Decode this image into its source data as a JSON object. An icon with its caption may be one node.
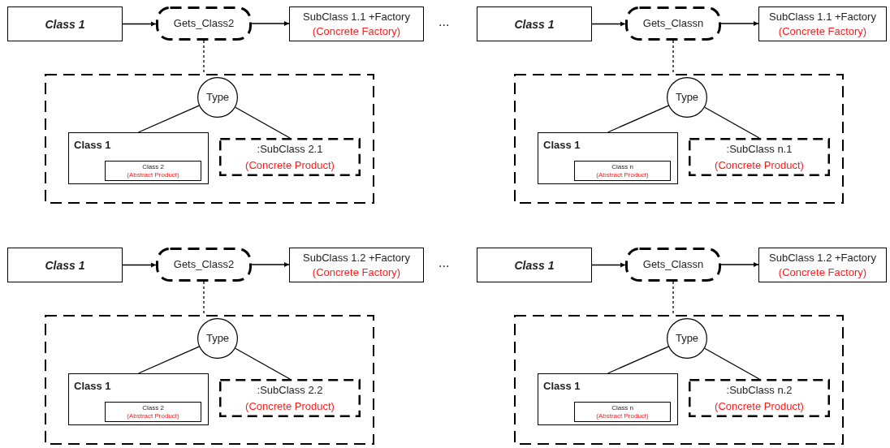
{
  "diagram": {
    "nodes": [
      {
        "text": [
          "Class 1"
        ]
      },
      {
        "text": [
          "Gets_Class2"
        ]
      },
      {
        "text": [
          "SubClass 1.1 +Factory",
          "(Concrete Factory)"
        ]
      },
      {
        "text": [],
        "shape": "box"
      },
      {
        "text": [
          "Type"
        ],
        "in": 3
      },
      {
        "text": [
          "Class 1"
        ],
        "in": 3
      },
      {
        "text": [
          "Class 2",
          "(Abstract Product)"
        ],
        "in": 5
      },
      {
        "text": [
          ":SubClass 2.1",
          "(Concrete Product)"
        ],
        "in": 3
      },
      {
        "text": [
          "Class 1"
        ]
      },
      {
        "text": [
          "Gets_Classn"
        ]
      },
      {
        "text": [
          "SubClass 1.1 +Factory",
          "(Concrete Factory)"
        ]
      },
      {
        "text": [],
        "shape": "box"
      },
      {
        "text": [
          "Type"
        ],
        "in": 11
      },
      {
        "text": [
          "Class 1"
        ],
        "in": 11
      },
      {
        "text": [
          "Class n",
          "(Abstract Product)"
        ],
        "in": 13
      },
      {
        "text": [
          ":SubClass n.1",
          "(Concrete Product)"
        ],
        "in": 11
      },
      {
        "text": [
          "Class 1"
        ]
      },
      {
        "text": [
          "Gets_Class2"
        ]
      },
      {
        "text": [
          "SubClass 1.2 +Factory",
          "(Concrete Factory)"
        ]
      },
      {
        "text": [],
        "shape": "box"
      },
      {
        "text": [
          "Type"
        ],
        "in": 19
      },
      {
        "text": [
          "Class 1"
        ],
        "in": 19
      },
      {
        "text": [
          "Class 2",
          "(Abstract Product)"
        ],
        "in": 21
      },
      {
        "text": [
          ":SubClass 2.2",
          "(Concrete Product)"
        ],
        "in": 19
      },
      {
        "text": [
          "Class 1"
        ]
      },
      {
        "text": [
          "Gets_Classn"
        ]
      },
      {
        "text": [
          "SubClass 1.2 +Factory",
          "(Concrete Factory)"
        ]
      },
      {
        "text": [],
        "shape": "box"
      },
      {
        "text": [
          "Type"
        ],
        "in": 27
      },
      {
        "text": [
          "Class 1"
        ],
        "in": 27
      },
      {
        "text": [
          "Class n",
          "(Abstract Product)"
        ],
        "in": 29
      },
      {
        "text": [
          ":SubClass n.2",
          "(Concrete Product)"
        ],
        "in": 27
      }
    ],
    "edges": [
      {
        "from": 0,
        "to": 1,
        "arrow": "to"
      },
      {
        "from": 1,
        "to": 2,
        "arrow": "to"
      },
      {
        "from": 1,
        "to": 3,
        "arrow": "none",
        "style": "dashed"
      },
      {
        "from": 4,
        "to": 5,
        "arrow": "none"
      },
      {
        "from": 4,
        "to": 7,
        "arrow": "none"
      },
      {
        "from": 8,
        "to": 9,
        "arrow": "to"
      },
      {
        "from": 9,
        "to": 10,
        "arrow": "to"
      },
      {
        "from": 9,
        "to": 11,
        "arrow": "none",
        "style": "dashed"
      },
      {
        "from": 12,
        "to": 13,
        "arrow": "none"
      },
      {
        "from": 12,
        "to": 15,
        "arrow": "none"
      },
      {
        "from": 16,
        "to": 17,
        "arrow": "to"
      },
      {
        "from": 17,
        "to": 18,
        "arrow": "to"
      },
      {
        "from": 17,
        "to": 19,
        "arrow": "none",
        "style": "dashed"
      },
      {
        "from": 20,
        "to": 21,
        "arrow": "none"
      },
      {
        "from": 20,
        "to": 23,
        "arrow": "none"
      },
      {
        "from": 24,
        "to": 25,
        "arrow": "to"
      },
      {
        "from": 25,
        "to": 26,
        "arrow": "to"
      },
      {
        "from": 25,
        "to": 27,
        "arrow": "none",
        "style": "dashed"
      },
      {
        "from": 28,
        "to": 29,
        "arrow": "none"
      },
      {
        "from": 28,
        "to": 31,
        "arrow": "none"
      }
    ],
    "labels": [
      "...",
      "..."
    ]
  }
}
